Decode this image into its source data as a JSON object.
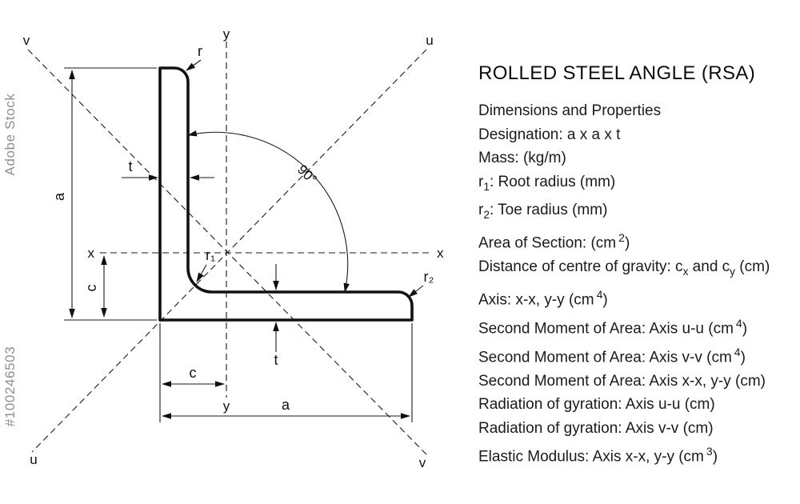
{
  "watermark": {
    "brand": "Adobe Stock",
    "id": "#100246503"
  },
  "title": "ROLLED STEEL ANGLE (RSA)",
  "properties": [
    {
      "parts": [
        {
          "t": "Dimensions and Properties"
        }
      ]
    },
    {
      "parts": [
        {
          "t": "Designation: a x a x t"
        }
      ]
    },
    {
      "parts": [
        {
          "t": "Mass: (kg/m)"
        }
      ]
    },
    {
      "parts": [
        {
          "t": "r"
        },
        {
          "t": "1",
          "s": "sub"
        },
        {
          "t": ": Root radius (mm)"
        }
      ]
    },
    {
      "parts": [
        {
          "t": "r"
        },
        {
          "t": "2",
          "s": "sub"
        },
        {
          "t": ": Toe radius (mm)"
        }
      ]
    },
    {
      "parts": [
        {
          "t": "Area of Section: (cm"
        },
        {
          "t": "2",
          "s": "sup"
        },
        {
          "t": ")"
        }
      ]
    },
    {
      "parts": [
        {
          "t": "Distance of centre of gravity: c"
        },
        {
          "t": "x",
          "s": "sub"
        },
        {
          "t": " and c"
        },
        {
          "t": "y",
          "s": "sub"
        },
        {
          "t": " (cm)"
        }
      ]
    },
    {
      "parts": [
        {
          "t": "Axis: x-x, y-y (cm"
        },
        {
          "t": "4",
          "s": "sup"
        },
        {
          "t": ")"
        }
      ]
    },
    {
      "parts": [
        {
          "t": "Second Moment of Area: Axis u-u (cm"
        },
        {
          "t": "4",
          "s": "sup"
        },
        {
          "t": ")"
        }
      ]
    },
    {
      "parts": [
        {
          "t": "Second Moment of Area: Axis v-v (cm"
        },
        {
          "t": "4",
          "s": "sup"
        },
        {
          "t": ")"
        }
      ]
    },
    {
      "parts": [
        {
          "t": "Second Moment of Area: Axis x-x, y-y (cm)"
        }
      ]
    },
    {
      "parts": [
        {
          "t": "Radiation of gyration: Axis u-u (cm)"
        }
      ]
    },
    {
      "parts": [
        {
          "t": "Radiation of gyration: Axis v-v (cm)"
        }
      ]
    },
    {
      "parts": [
        {
          "t": "Elastic Modulus: Axis x-x, y-y (cm"
        },
        {
          "t": "3",
          "s": "sup"
        },
        {
          "t": ")"
        }
      ]
    }
  ],
  "diagram": {
    "axis_labels": {
      "v_top": "v",
      "y_top": "y",
      "u_top": "u",
      "x_left": "x",
      "x_right": "x",
      "u_bottom": "u",
      "y_bottom": "y",
      "v_bottom": "v"
    },
    "dim_labels": {
      "a_left": "a",
      "c_left": "c",
      "t_web": "t",
      "t_flange": "t",
      "c_bottom": "c",
      "a_bottom": "a",
      "r_toe_top": "r",
      "r_root": "r₁",
      "r_toe_right": "r₂",
      "angle": "90°"
    },
    "colors": {
      "line": "#1a1a1a",
      "background": "#ffffff",
      "watermark": "#8f8f8f"
    }
  }
}
